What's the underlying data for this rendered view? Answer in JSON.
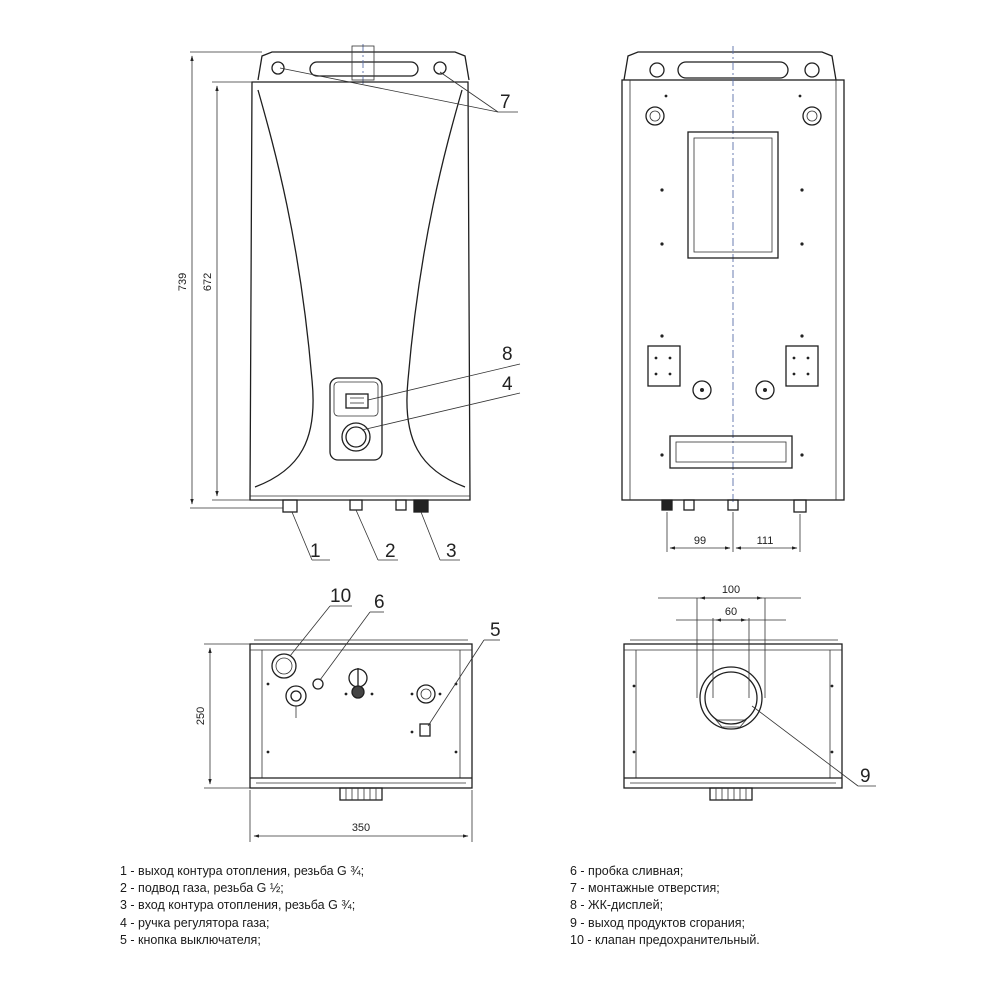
{
  "dimensions": {
    "total_height": "739",
    "body_height": "672",
    "depth": "250",
    "width": "350",
    "pipe_spacing_left": "99",
    "pipe_spacing_right": "111",
    "flue_outer": "100",
    "flue_inner": "60"
  },
  "callouts": {
    "c1": "1",
    "c2": "2",
    "c3": "3",
    "c4": "4",
    "c5": "5",
    "c6": "6",
    "c7": "7",
    "c8": "8",
    "c9": "9",
    "c10": "10"
  },
  "legend_left": [
    "1 -  выход контура отопления, резьба G ¾;",
    "2 -  подвод газа, резьба G ½;",
    "3 -  вход контура отопления, резьба G ¾;",
    "4 -  ручка регулятора газа;",
    "5 -  кнопка выключателя;"
  ],
  "legend_right": [
    "6 -  пробка сливная;",
    "7 -  монтажные отверстия;",
    "8 -  ЖК-дисплей;",
    "9 -  выход продуктов сгорания;",
    "10 - клапан предохранительный."
  ]
}
